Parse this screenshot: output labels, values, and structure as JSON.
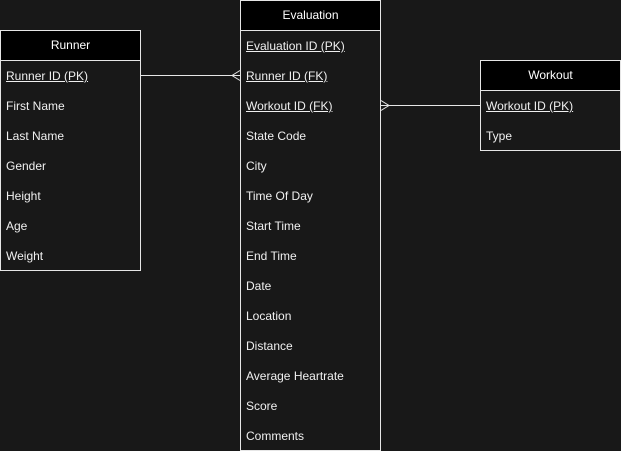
{
  "entities": {
    "runner": {
      "title": "Runner",
      "fields": [
        {
          "label": "Runner ID (PK)",
          "key": true
        },
        {
          "label": "First Name",
          "key": false
        },
        {
          "label": "Last Name",
          "key": false
        },
        {
          "label": "Gender",
          "key": false
        },
        {
          "label": "Height",
          "key": false
        },
        {
          "label": "Age",
          "key": false
        },
        {
          "label": "Weight",
          "key": false
        }
      ]
    },
    "evaluation": {
      "title": "Evaluation",
      "fields": [
        {
          "label": "Evaluation ID (PK)",
          "key": true
        },
        {
          "label": "Runner ID (FK)",
          "key": true
        },
        {
          "label": "Workout ID (FK)",
          "key": true
        },
        {
          "label": "State Code",
          "key": false
        },
        {
          "label": "City",
          "key": false
        },
        {
          "label": "Time Of Day",
          "key": false
        },
        {
          "label": "Start Time",
          "key": false
        },
        {
          "label": "End Time",
          "key": false
        },
        {
          "label": "Date",
          "key": false
        },
        {
          "label": "Location",
          "key": false
        },
        {
          "label": "Distance",
          "key": false
        },
        {
          "label": "Average Heartrate",
          "key": false
        },
        {
          "label": "Score",
          "key": false
        },
        {
          "label": "Comments",
          "key": false
        }
      ]
    },
    "workout": {
      "title": "Workout",
      "fields": [
        {
          "label": "Workout ID (PK)",
          "key": true
        },
        {
          "label": "Type",
          "key": false
        }
      ]
    }
  },
  "relationships": [
    {
      "from": "Runner.Runner ID (PK)",
      "to": "Evaluation.Runner ID (FK)",
      "from_cardinality": "one",
      "to_cardinality": "many"
    },
    {
      "from": "Workout.Workout ID (PK)",
      "to": "Evaluation.Workout ID (FK)",
      "from_cardinality": "one",
      "to_cardinality": "many"
    }
  ],
  "colors": {
    "background": "#181818",
    "header_background": "#000000",
    "border": "#e6e6e6",
    "text": "#f0f0f0"
  }
}
